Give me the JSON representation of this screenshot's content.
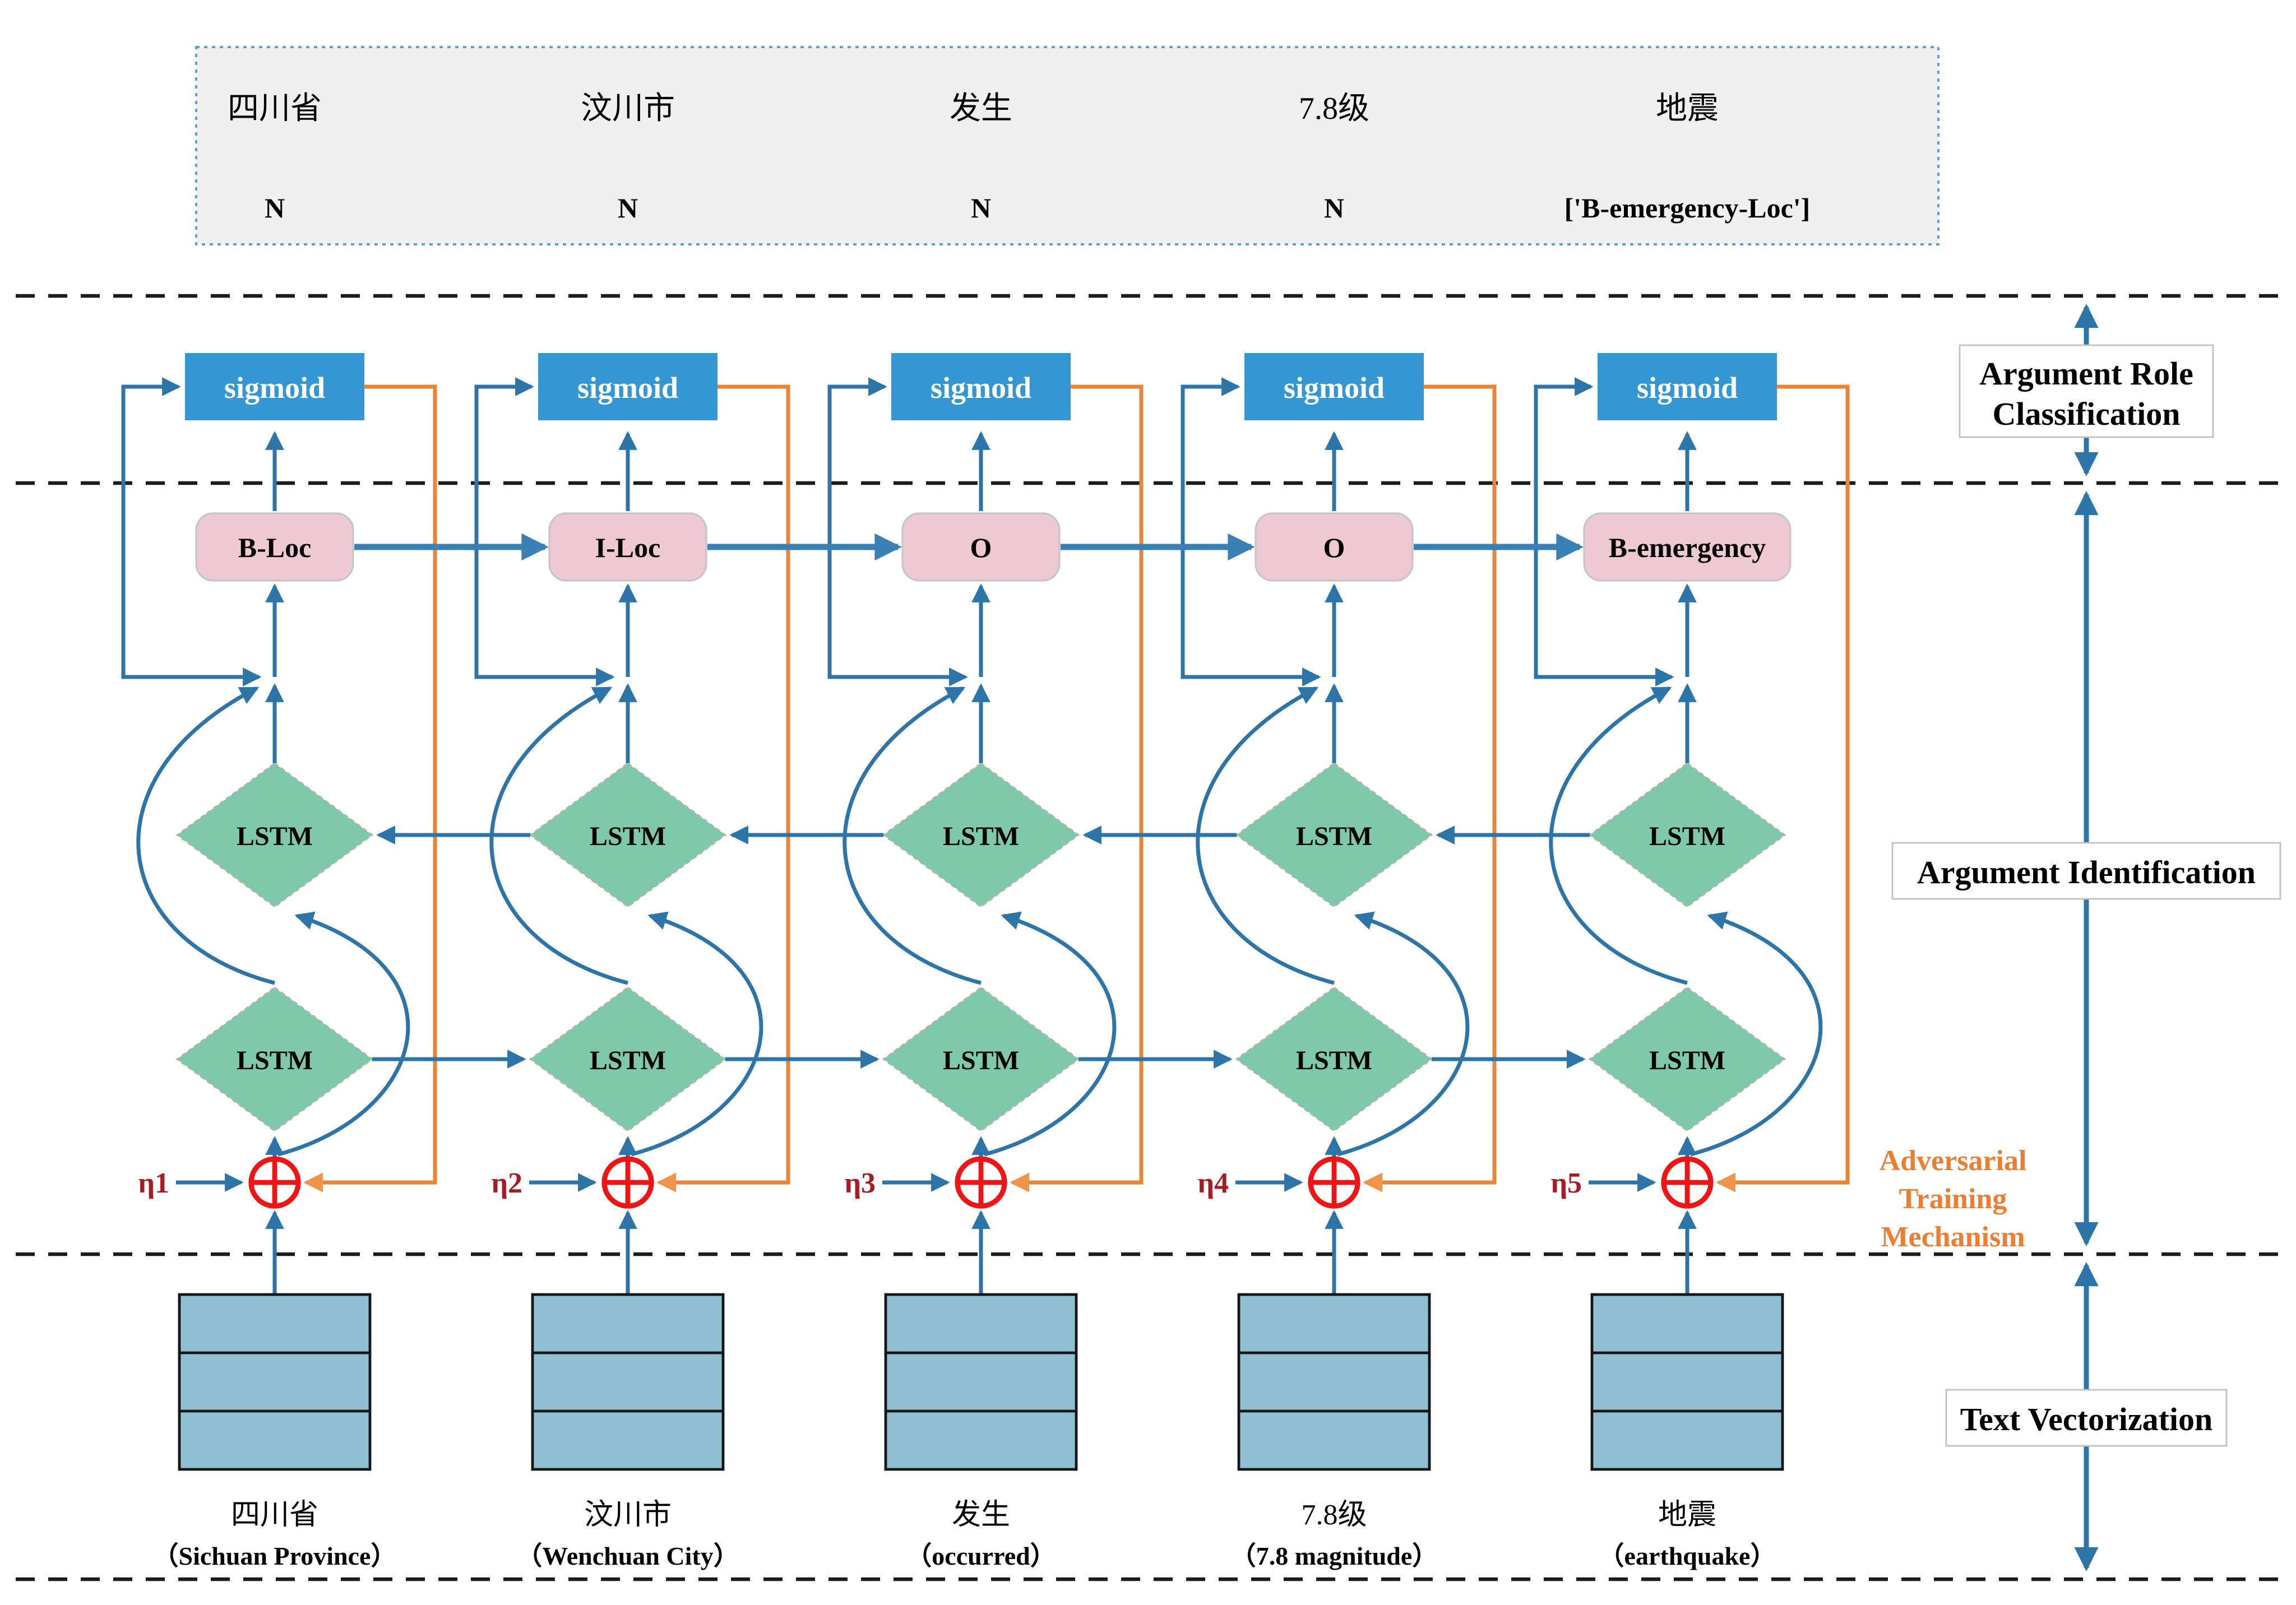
{
  "sentence_box": {
    "tokens": [
      "四川省",
      "汶川市",
      "发生",
      "7.8级",
      "地震"
    ],
    "tags": [
      "N",
      "N",
      "N",
      "N",
      "['B-emergency-Loc']"
    ]
  },
  "columns": [
    {
      "token": "四川省",
      "translation": "（Sichuan Province）",
      "tag": "B-Loc",
      "eta": "η1"
    },
    {
      "token": "汶川市",
      "translation": "（Wenchuan City）",
      "tag": "I-Loc",
      "eta": "η2"
    },
    {
      "token": "发生",
      "translation": "（occurred）",
      "tag": "O",
      "eta": "η3"
    },
    {
      "token": "7.8级",
      "translation": "（7.8 magnitude）",
      "tag": "O",
      "eta": "η4"
    },
    {
      "token": "地震",
      "translation": "（earthquake）",
      "tag": "B-emergency",
      "eta": "η5"
    }
  ],
  "nodes": {
    "sigmoid": "sigmoid",
    "lstm": "LSTM"
  },
  "stages": {
    "classification": {
      "line1": "Argument Role",
      "line2": "Classification"
    },
    "identification": {
      "label": "Argument Identification"
    },
    "adversarial": {
      "line1": "Adversarial",
      "line2": "Training",
      "line3": "Mechanism"
    },
    "vectorization": {
      "label": "Text Vectorization"
    }
  },
  "colors": {
    "arrow_blue": "#2d74a8",
    "tag_arrow_blue": "#3a80b5",
    "adversarial_orange": "#ec8435",
    "sigmoid_blue": "#3596d4",
    "lstm_green": "#7fc9ab",
    "tag_pink": "#eec9d4",
    "perturbation_red": "#f11414",
    "eta_dark_red": "#a51c25",
    "embedding_blue": "#8fbfd2",
    "sentence_panel_bg": "#f0f0f0",
    "sentence_panel_border": "#5ba3d0",
    "separator_black": "#1c1c1c",
    "stage_label_orange": "#ed7d31"
  }
}
